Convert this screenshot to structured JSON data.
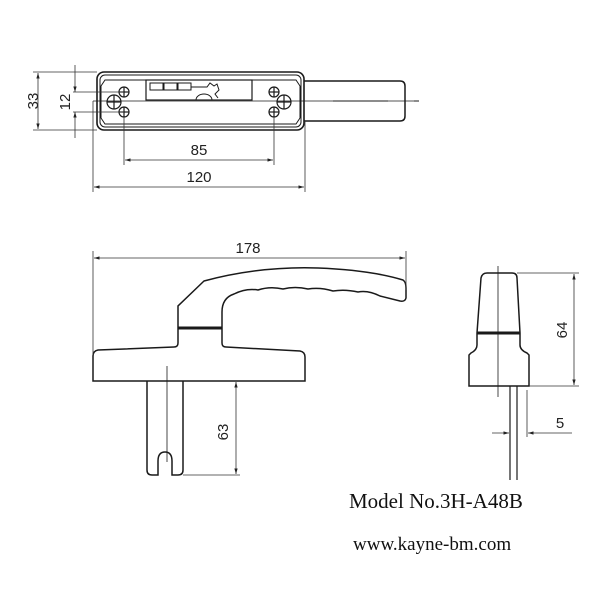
{
  "drawing": {
    "colors": {
      "line": "#1a1a1a",
      "dim": "#333333",
      "background": "#ffffff"
    },
    "units": "mm",
    "top_view": {
      "dimensions": {
        "overall_height": "33",
        "hole_spacing_vertical": "12",
        "hole_spacing_horizontal": "85",
        "overall_width": "120"
      }
    },
    "front_view": {
      "dimensions": {
        "overall_length": "178",
        "spindle_length": "63"
      }
    },
    "side_view": {
      "dimensions": {
        "height": "64",
        "spindle_width": "5"
      }
    }
  },
  "captions": {
    "model": "Model No.3H-A48B",
    "website": "www.kayne-bm.com"
  }
}
